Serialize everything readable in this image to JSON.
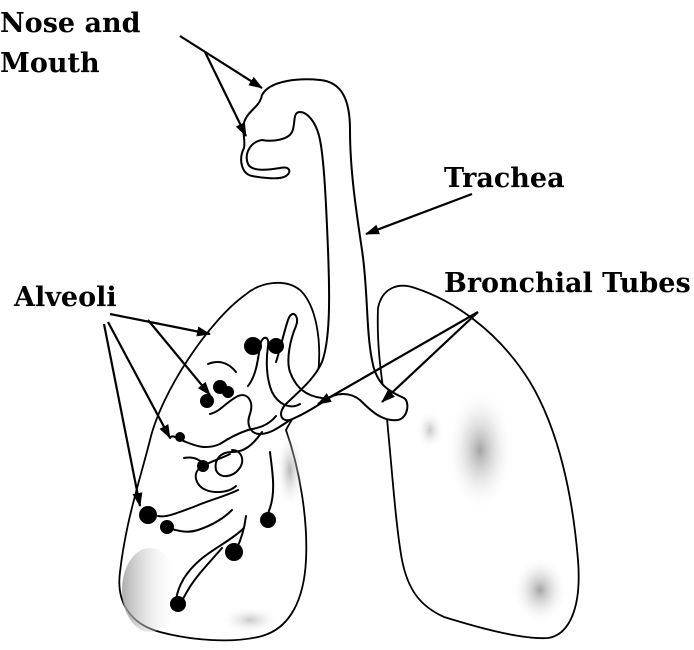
{
  "labels": {
    "nose_line1": "Nose and",
    "nose_line2": "Mouth",
    "trachea": "Trachea",
    "bronchial": "Bronchial Tubes",
    "alveoli": "Alveoli"
  },
  "colors": {
    "ink": "#000000",
    "background": "#ffffff",
    "shading": "#bdbdbd"
  }
}
